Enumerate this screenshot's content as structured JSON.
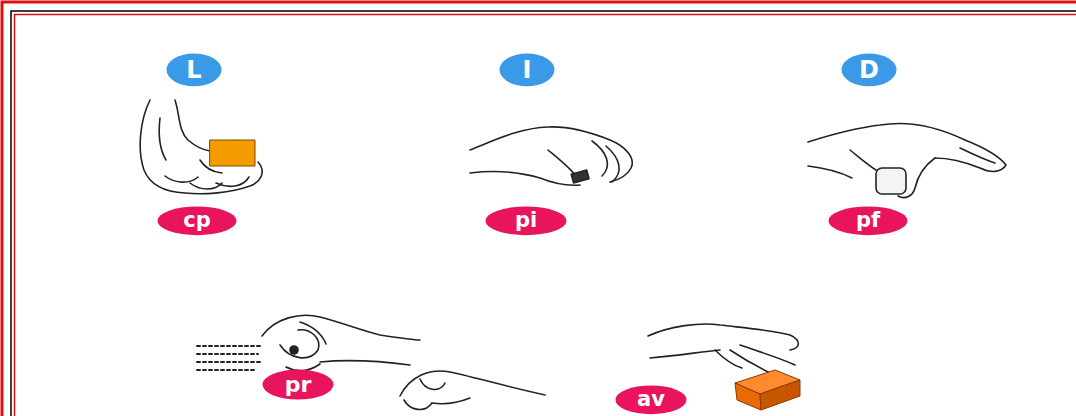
{
  "diagram": {
    "nodes": [
      {
        "text": [
          "L"
        ]
      },
      {
        "text": [
          "I"
        ]
      },
      {
        "text": [
          "D"
        ]
      },
      {
        "text": [
          "cp"
        ]
      },
      {
        "text": [
          "pi"
        ]
      },
      {
        "text": [
          "pf"
        ]
      },
      {
        "text": [
          "pr"
        ]
      },
      {
        "text": [
          "av"
        ]
      }
    ]
  }
}
